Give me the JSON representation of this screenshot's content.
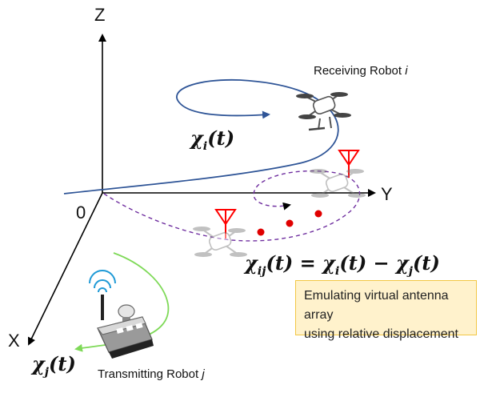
{
  "axes": {
    "z": "Z",
    "y": "Y",
    "x": "X",
    "origin": "0"
  },
  "receiving_label": {
    "text": "Receiving Robot ",
    "index": "i"
  },
  "transmitting_label": {
    "text": "Transmitting Robot ",
    "index": "j"
  },
  "chi_i": {
    "symbol": "χ",
    "sub": "i",
    "arg": "(t)"
  },
  "chi_j": {
    "symbol": "χ",
    "sub": "j",
    "arg": "(t)"
  },
  "equation": {
    "lhs_symbol": "χ",
    "lhs_sub": "ij",
    "lhs_arg": "(t)",
    "eq": " = ",
    "t1_symbol": "χ",
    "t1_sub": "i",
    "t1_arg": "(t)",
    "minus": " − ",
    "t2_symbol": "χ",
    "t2_sub": "j",
    "t2_arg": "(t)"
  },
  "callout": {
    "line1": "Emulating virtual antenna array",
    "line2": "using relative displacement"
  },
  "colors": {
    "trajectory": "#2f5597",
    "virtual_path": "#7030a0",
    "antenna": "#ff0000",
    "dots": "#e00000",
    "tx_path": "#7ed957"
  }
}
